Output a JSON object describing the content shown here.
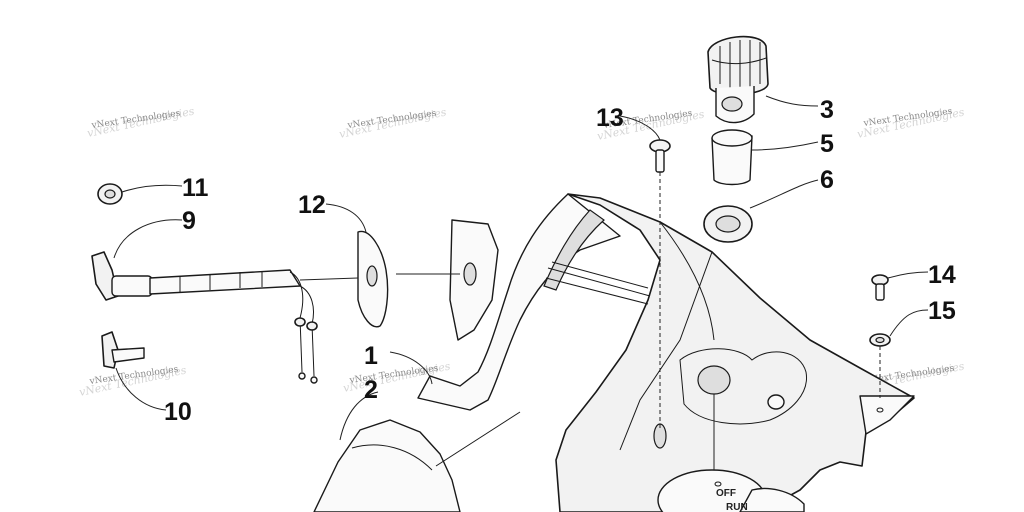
{
  "callouts": {
    "c1": "1",
    "c2": "2",
    "c3": "3",
    "c5": "5",
    "c6": "6",
    "c9": "9",
    "c10": "10",
    "c11": "11",
    "c12": "12",
    "c13": "13",
    "c14": "14",
    "c15": "15"
  },
  "watermark": "vNext Technologies",
  "switch": {
    "off": "OFF",
    "run": "RUN"
  }
}
